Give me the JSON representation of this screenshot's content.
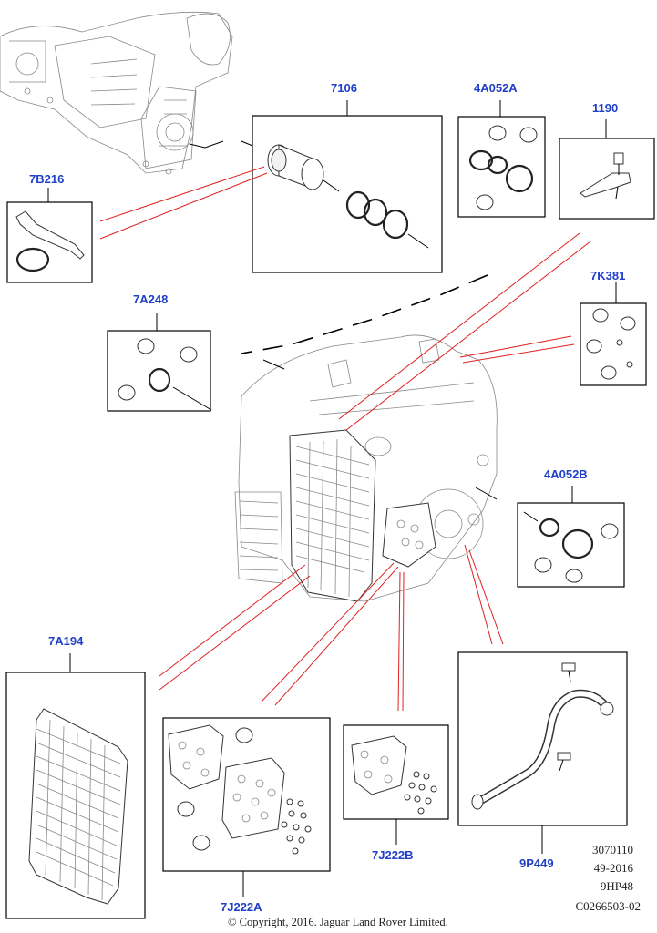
{
  "callouts": {
    "c7106": "7106",
    "c4A052A": "4A052A",
    "c1190": "1190",
    "c7B216": "7B216",
    "c7K381": "7K381",
    "c7A248": "7A248",
    "c4A052B": "4A052B",
    "c7A194": "7A194",
    "c7J222A": "7J222A",
    "c7J222B": "7J222B",
    "c9P449": "9P449"
  },
  "meta": {
    "line1": "3070110",
    "line2": "49-2016",
    "line3": "9HP48",
    "line4": "C0266503-02"
  },
  "copyright": "© Copyright, 2016. Jaguar Land Rover Limited.",
  "colors": {
    "callout": "#1f3fc8",
    "leader_red": "#e02020",
    "line": "#000000"
  }
}
